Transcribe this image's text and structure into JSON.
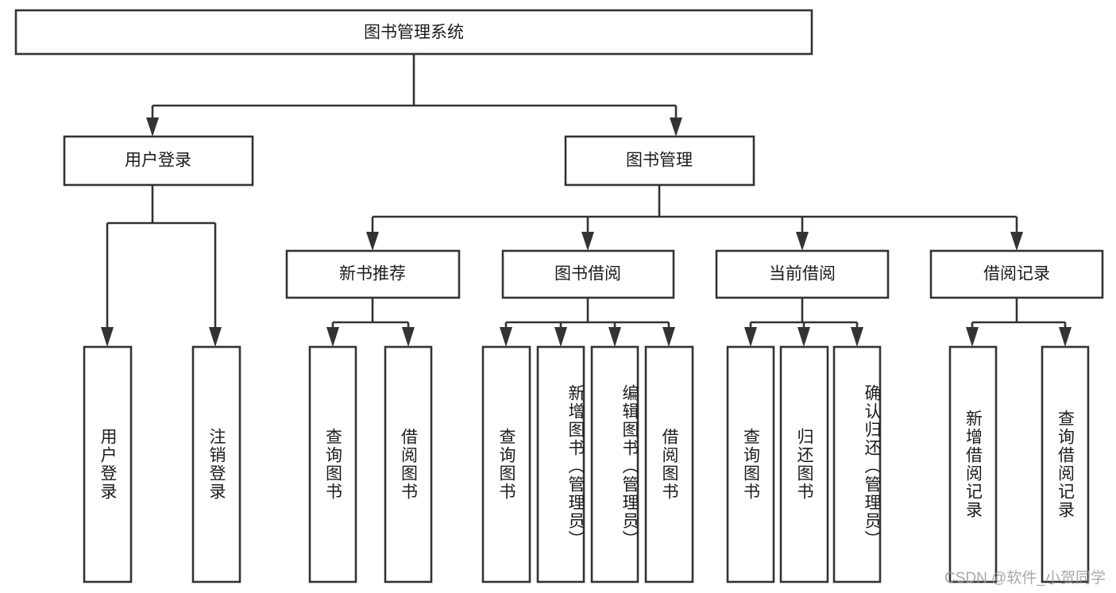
{
  "diagram": {
    "title_node": {
      "label": "图书管理系统"
    },
    "level2": [
      {
        "id": "user-login",
        "label": "用户登录"
      },
      {
        "id": "book-manage",
        "label": "图书管理"
      }
    ],
    "level3": [
      {
        "id": "new-book-recommend",
        "label": "新书推荐"
      },
      {
        "id": "book-borrow",
        "label": "图书借阅"
      },
      {
        "id": "current-borrow",
        "label": "当前借阅"
      },
      {
        "id": "borrow-record",
        "label": "借阅记录"
      }
    ],
    "leaves": [
      {
        "id": "leaf-user-login",
        "label": "用户登录",
        "parent": "user-login"
      },
      {
        "id": "leaf-logout-login",
        "label": "注销登录",
        "parent": "user-login"
      },
      {
        "id": "leaf-query-book-1",
        "label": "查询图书",
        "parent": "new-book-recommend"
      },
      {
        "id": "leaf-borrow-book-1",
        "label": "借阅图书",
        "parent": "new-book-recommend"
      },
      {
        "id": "leaf-query-book-2",
        "label": "查询图书",
        "parent": "book-borrow"
      },
      {
        "id": "leaf-add-book",
        "label": "新增图书（管理员）",
        "parent": "book-borrow"
      },
      {
        "id": "leaf-edit-book",
        "label": "编辑图书（管理员）",
        "parent": "book-borrow"
      },
      {
        "id": "leaf-borrow-book-2",
        "label": "借阅图书",
        "parent": "book-borrow"
      },
      {
        "id": "leaf-query-book-3",
        "label": "查询图书",
        "parent": "current-borrow"
      },
      {
        "id": "leaf-return-book",
        "label": "归还图书",
        "parent": "current-borrow"
      },
      {
        "id": "leaf-confirm-return",
        "label": "确认归还（管理员）",
        "parent": "current-borrow"
      },
      {
        "id": "leaf-add-record",
        "label": "新增借阅记录",
        "parent": "borrow-record"
      },
      {
        "id": "leaf-query-record",
        "label": "查询借阅记录",
        "parent": "borrow-record"
      }
    ],
    "colors": {
      "stroke": "#333333",
      "fill": "#ffffff",
      "text": "#1b1b1b",
      "watermark": "#9a9a9a"
    }
  },
  "watermark": {
    "text": "CSDN @软件_小贺同学"
  }
}
